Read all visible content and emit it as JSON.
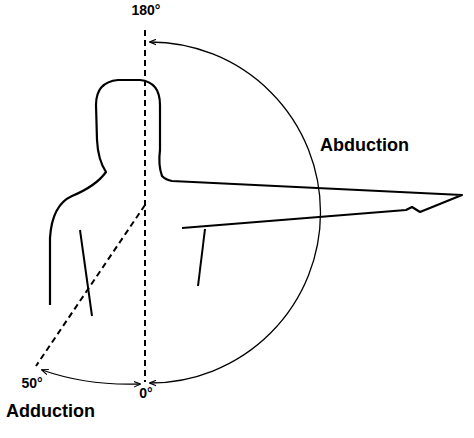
{
  "diagram": {
    "labels": [
      "180°",
      "Abduction",
      "50°",
      "Adduction",
      "0°"
    ]
  }
}
